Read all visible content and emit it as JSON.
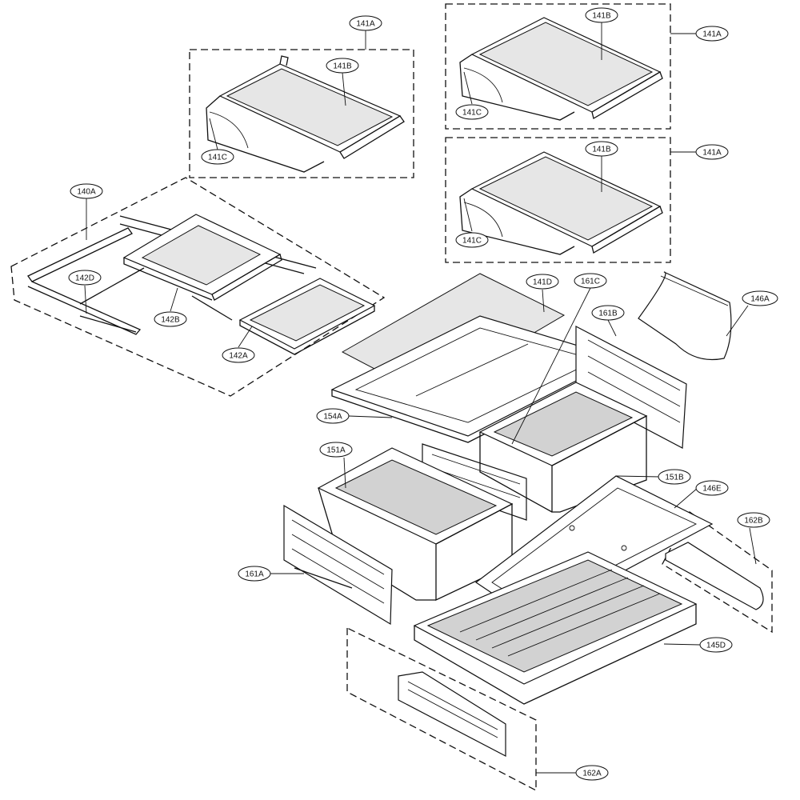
{
  "callouts": {
    "c141A_top": "141A",
    "c141B_top": "141B",
    "c141C_top": "141C",
    "c141B_r1": "141B",
    "c141A_r1": "141A",
    "c141C_r1": "141C",
    "c141B_r2": "141B",
    "c141A_r2": "141A",
    "c141C_r2": "141C",
    "c140A": "140A",
    "c142D": "142D",
    "c142B": "142B",
    "c142A": "142A",
    "c141D": "141D",
    "c161C": "161C",
    "c146A": "146A",
    "c161B": "161B",
    "c154A": "154A",
    "c151A": "151A",
    "c151B": "151B",
    "c146E": "146E",
    "c162B": "162B",
    "c161A": "161A",
    "c145D": "145D",
    "c162A": "162A"
  }
}
